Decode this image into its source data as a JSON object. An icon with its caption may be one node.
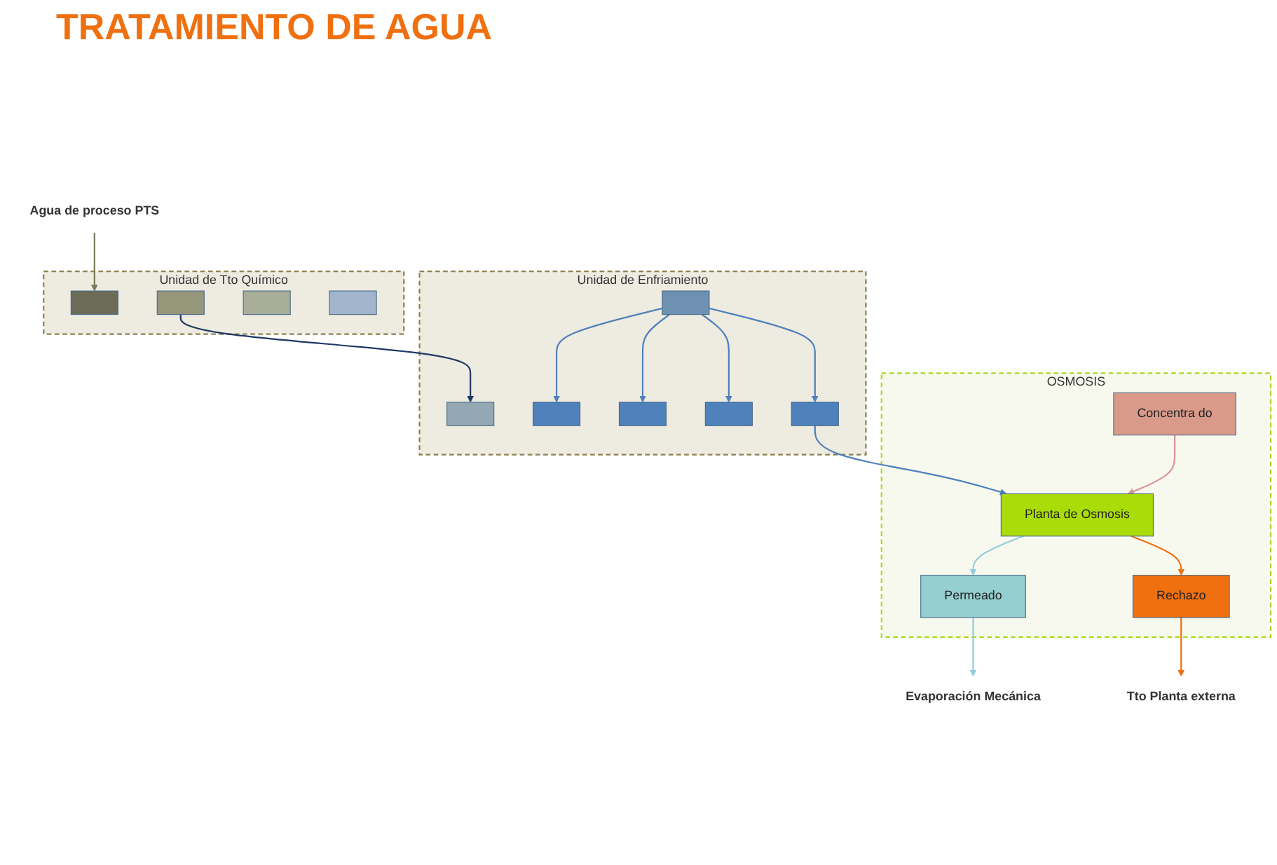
{
  "diagram": {
    "title": "TRATAMIENTO DE AGUA",
    "nodes": [
      {
        "text": [
          "Agua de proceso PTS"
        ]
      },
      {
        "text": [
          "Unidad de Tto Químico"
        ]
      },
      {
        "text": [],
        "shape": "box",
        "in": 1
      },
      {
        "text": [],
        "shape": "box",
        "in": 1
      },
      {
        "text": [],
        "shape": "box",
        "in": 1
      },
      {
        "text": [],
        "shape": "box",
        "in": 1
      },
      {
        "text": [
          "Unidad de Enfriamiento"
        ]
      },
      {
        "text": [],
        "shape": "box",
        "in": 6
      },
      {
        "text": [],
        "shape": "box",
        "in": 6
      },
      {
        "text": [],
        "shape": "box",
        "in": 6
      },
      {
        "text": [],
        "shape": "box",
        "in": 6
      },
      {
        "text": [],
        "shape": "box",
        "in": 6
      },
      {
        "text": [],
        "shape": "box",
        "in": 6
      },
      {
        "text": [
          "OSMOSIS"
        ]
      },
      {
        "text": [
          "Permeado"
        ],
        "in": 13
      },
      {
        "text": [
          "Planta de Osmosis"
        ],
        "in": 13
      },
      {
        "text": [
          "Concentra do"
        ],
        "in": 13
      },
      {
        "text": [
          "Rechazo"
        ],
        "in": 13
      },
      {
        "text": [
          "Evaporación Mecánica"
        ]
      },
      {
        "text": [
          "Tto Planta externa"
        ]
      }
    ],
    "edges": [
      {
        "from": 0,
        "to": 2,
        "arrow": "to",
        "color": "#7a7a5c"
      },
      {
        "from": 3,
        "to": 7,
        "arrow": "to",
        "color": "#1f3864"
      },
      {
        "from": 8,
        "to": 9,
        "arrow": "to"
      },
      {
        "from": 8,
        "to": 10,
        "arrow": "to"
      },
      {
        "from": 8,
        "to": 11,
        "arrow": "to"
      },
      {
        "from": 8,
        "to": 12,
        "arrow": "to"
      },
      {
        "from": 12,
        "to": 15,
        "arrow": "to"
      },
      {
        "from": 16,
        "to": 15,
        "arrow": "to",
        "color": "#d99594"
      },
      {
        "from": 15,
        "to": 14,
        "arrow": "to",
        "color": "#92cddc"
      },
      {
        "from": 15,
        "to": 17,
        "arrow": "to",
        "color": "#f07010"
      },
      {
        "from": 14,
        "to": 18,
        "arrow": "to",
        "color": "#92cddc"
      },
      {
        "from": 17,
        "to": 19,
        "arrow": "to",
        "color": "#f07010"
      }
    ]
  }
}
